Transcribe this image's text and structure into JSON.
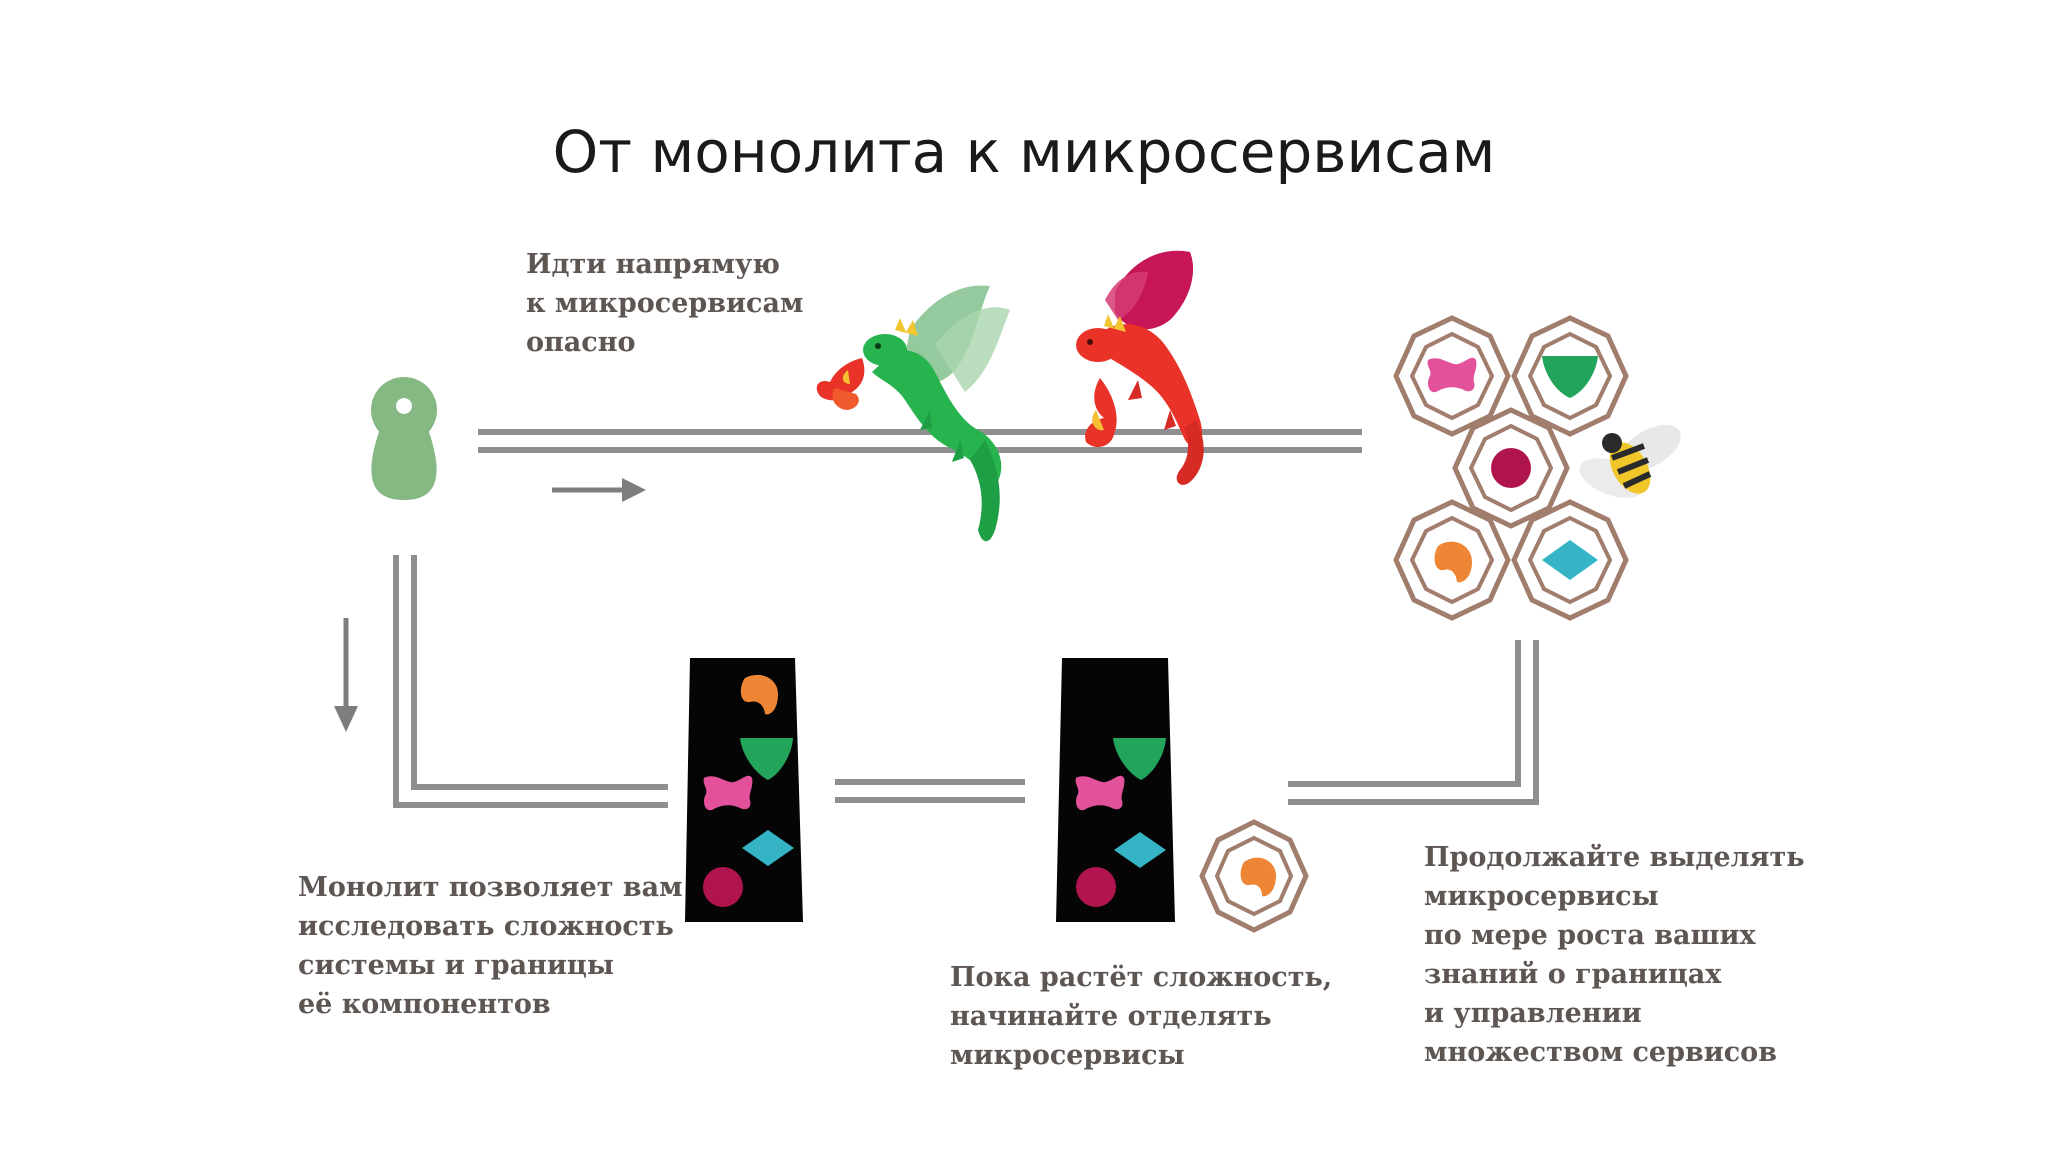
{
  "title": "От монолита к микросервисам",
  "captions": {
    "direct": [
      "Идти напрямую",
      "к микросервисам",
      "опасно"
    ],
    "monolith": [
      "Монолит позволяет вам",
      "исследовать сложность",
      "системы и границы",
      "её компонентов"
    ],
    "grow": [
      "Пока растёт сложность,",
      "начинайте отделять",
      "микросервисы"
    ],
    "continue": [
      "Продолжайте выделять",
      "микросервисы",
      "по мере роста ваших",
      "знаний о границах",
      "и управлении",
      "множеством сервисов"
    ]
  },
  "colors": {
    "track": "#8f8f8f",
    "monolith_block": "#050505",
    "person": "#86b884",
    "cell_ring": "#a07d6c",
    "pink": "#e2519a",
    "green": "#22a55a",
    "crimson": "#b0144e",
    "orange": "#ee8636",
    "cyan": "#35b4c6",
    "dragon_green": "#27b34e",
    "dragon_red": "#e93329",
    "dragon_magenta": "#c71657",
    "bee_yellow": "#f0c62a"
  }
}
